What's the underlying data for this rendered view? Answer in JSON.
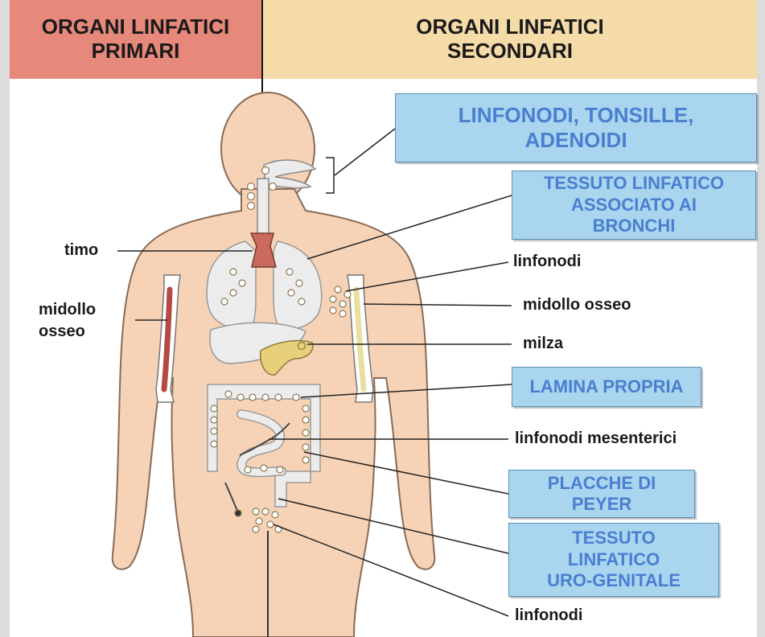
{
  "headers": {
    "primary": "ORGANI LINFATICI\nPRIMARI",
    "secondary": "ORGANI LINFATICI\nSECONDARI"
  },
  "boxes": {
    "linfonodi_tonsille": "LINFONODI, TONSILLE,\nADENOIDI",
    "bronchi": "TESSUTO LINFATICO\nASSOCIATO AI\nBRONCHI",
    "lamina_propria": "LAMINA PROPRIA",
    "peyer": "PLACCHE DI\nPEYER",
    "uro_genitale": "TESSUTO\nLINFATICO\nURO-GENITALE"
  },
  "labels": {
    "timo": "timo",
    "midollo_left": "midollo\nosseo",
    "linfonodi_arm": "linfonodi",
    "midollo_right": "midollo osseo",
    "milza": "milza",
    "mesenterici": "linfonodi mesenterici",
    "linfonodi_groin": "linfonodi"
  },
  "colors": {
    "primary_header": "#e6887a",
    "secondary_header": "#f4dba8",
    "box_fill": "#a9d5ee",
    "box_text": "#4a7fd0",
    "skin": "#f6d3b6",
    "thymus": "#c96a5c",
    "spleen": "#e8cf7a",
    "organs": "#ececec"
  }
}
